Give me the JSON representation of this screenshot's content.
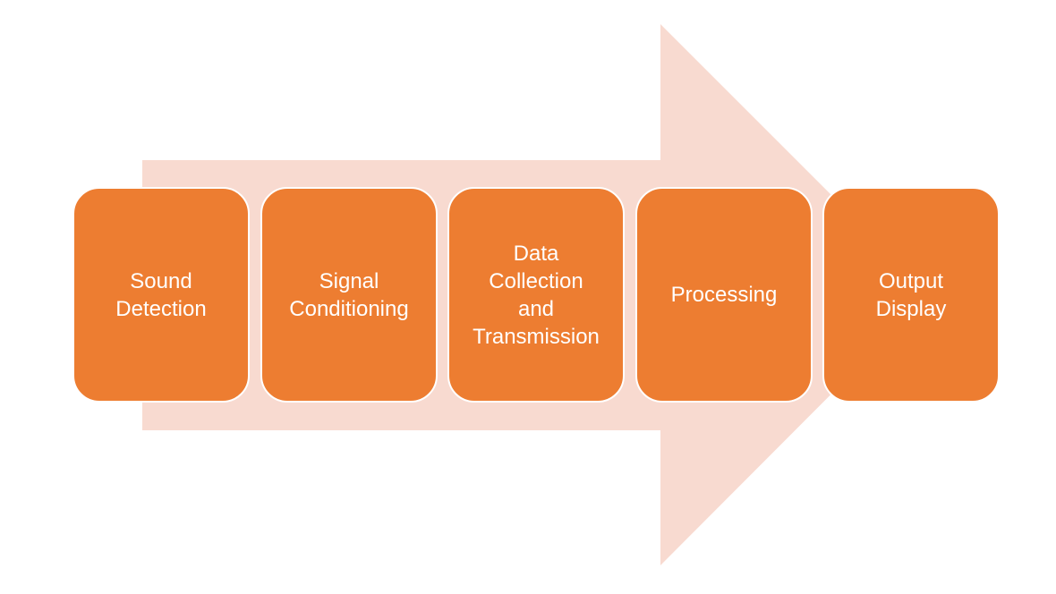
{
  "colors": {
    "arrow_fill": "#f8dad0",
    "box_fill": "#ed7d31",
    "box_text": "#ffffff",
    "box_border": "#ffffff"
  },
  "steps": [
    {
      "label": "Sound\nDetection"
    },
    {
      "label": "Signal\nConditioning"
    },
    {
      "label": "Data\nCollection\nand\nTransmission"
    },
    {
      "label": "Processing"
    },
    {
      "label": "Output\nDisplay"
    }
  ]
}
